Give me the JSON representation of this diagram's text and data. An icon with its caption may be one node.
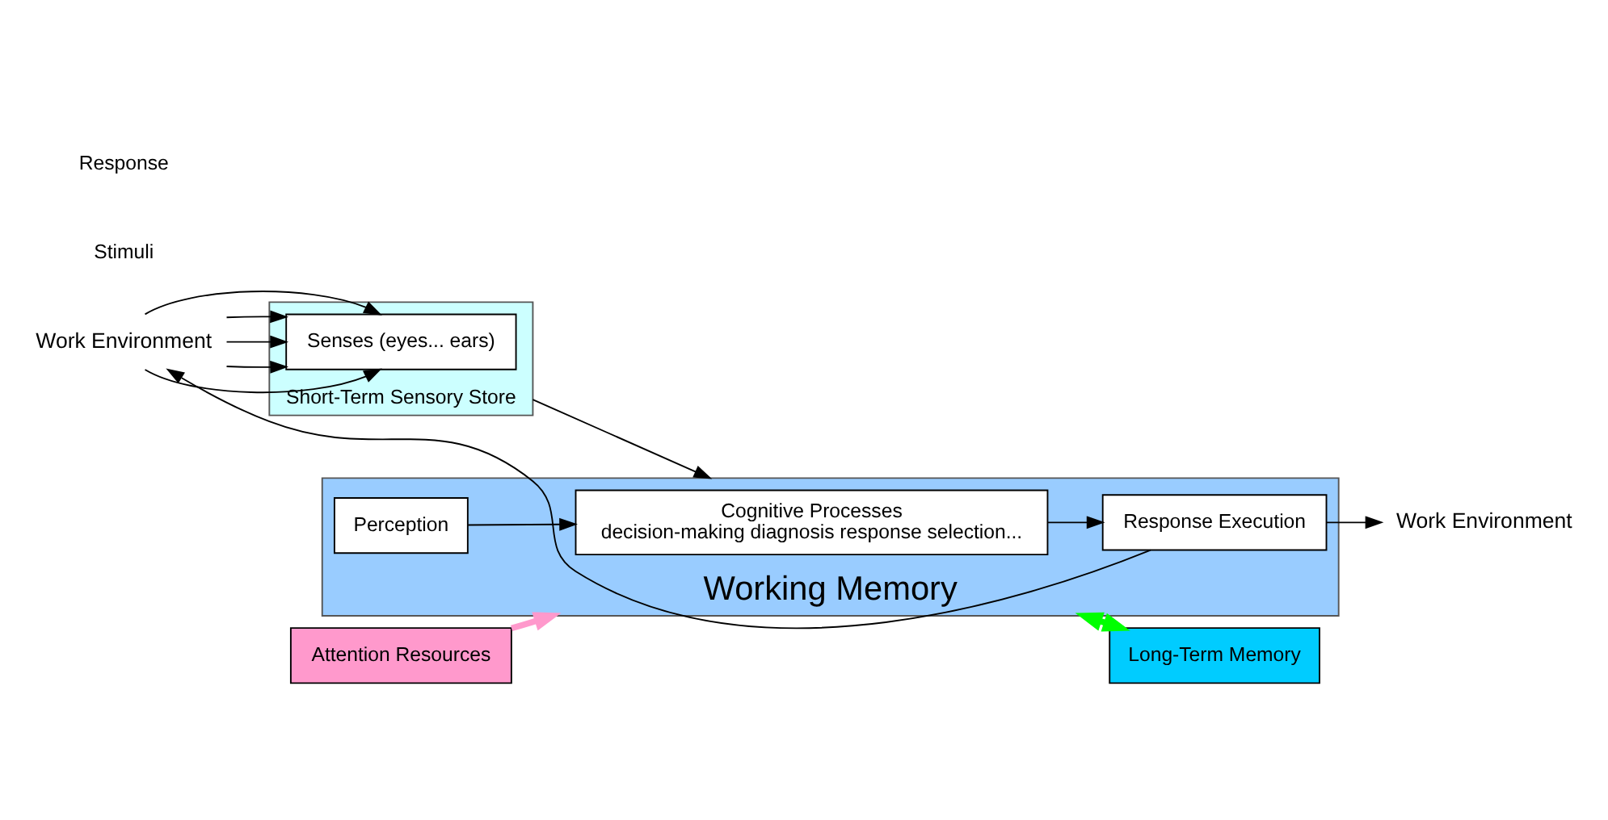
{
  "diagram": {
    "nodes": [
      {
        "text": [
          "Work Environment"
        ]
      },
      {
        "text": [
          "Short-Term Sensory Store"
        ]
      },
      {
        "text": [
          "Senses (eyes... ears)"
        ],
        "in": 1
      },
      {
        "text": [
          "Attention Resources"
        ]
      },
      {
        "text": [
          "Working Memory"
        ]
      },
      {
        "text": [
          "Perception"
        ],
        "in": 4
      },
      {
        "text": [
          "Cognitive Processes",
          "decision-making diagnosis response selection..."
        ],
        "in": 4
      },
      {
        "text": [
          "Response Execution"
        ],
        "in": 4
      },
      {
        "text": [
          "Long-Term Memory"
        ]
      },
      {
        "text": [
          "Work Environment"
        ]
      }
    ],
    "edges": [
      {
        "from": 0,
        "to": 2,
        "arrow": "to"
      },
      {
        "from": 0,
        "to": 2,
        "arrow": "to"
      },
      {
        "from": 0,
        "to": 2,
        "arrow": "to"
      },
      {
        "from": 0,
        "to": 2,
        "arrow": "to"
      },
      {
        "from": 0,
        "to": 2,
        "arrow": "to"
      },
      {
        "from": 1,
        "to": 4,
        "arrow": "to"
      },
      {
        "from": 3,
        "to": 4,
        "arrow": "to",
        "style": "thick",
        "color": "#ff99cc"
      },
      {
        "from": 5,
        "to": 6,
        "arrow": "to"
      },
      {
        "from": 6,
        "to": 7,
        "arrow": "to"
      },
      {
        "from": 7,
        "to": 9,
        "arrow": "to"
      },
      {
        "from": 7,
        "to": 0,
        "arrow": "to"
      },
      {
        "from": 4,
        "to": 8,
        "arrow": "both",
        "style": "thick",
        "color": "#00ff00"
      }
    ],
    "labels": [
      "Stimuli",
      "Response"
    ]
  }
}
